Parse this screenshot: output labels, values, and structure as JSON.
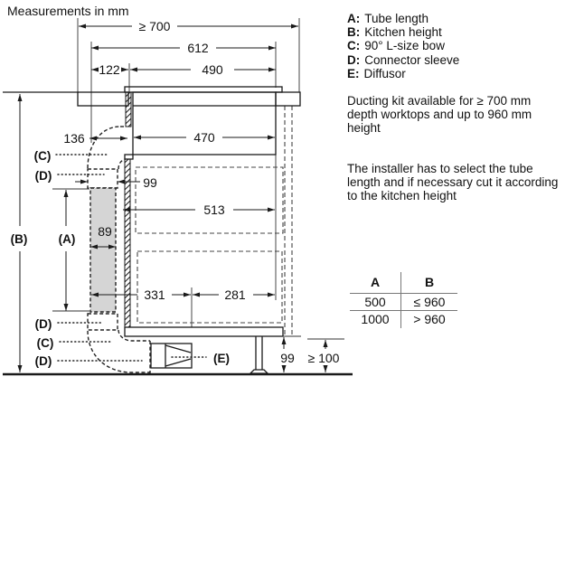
{
  "title": "Measurements in mm",
  "legend": {
    "items": [
      {
        "key": "A:",
        "label": "Tube length"
      },
      {
        "key": "B:",
        "label": "Kitchen height"
      },
      {
        "key": "C:",
        "label": "90° L-size bow"
      },
      {
        "key": "D:",
        "label": "Connector sleeve"
      },
      {
        "key": "E:",
        "label": "Diffusor"
      }
    ]
  },
  "notes": {
    "availability": "Ducting kit available for ≥ 700 mm depth worktops and up to 960 mm height",
    "installer": "The installer has to select the tube length and if necessary cut it according to the kitchen height"
  },
  "table": {
    "headers": [
      "A",
      "B"
    ],
    "rows": [
      [
        "500",
        "≤ 960"
      ],
      [
        "1000",
        "> 960"
      ]
    ]
  },
  "dims": {
    "worktop_depth_min": "≥ 700",
    "overall_width": "612",
    "front_offset": "122",
    "cutout_width": "490",
    "left_offset": "136",
    "body_width": "470",
    "sleeve_depth": "99",
    "housing_width": "513",
    "tube_depth": "89",
    "rear_section": "331",
    "mid_section": "281",
    "plinth_height": "99",
    "floor_clearance_min": "≥ 100"
  },
  "labels": {
    "A": "(A)",
    "B": "(B)",
    "C": "(C)",
    "D": "(D)",
    "E": "(E)"
  }
}
